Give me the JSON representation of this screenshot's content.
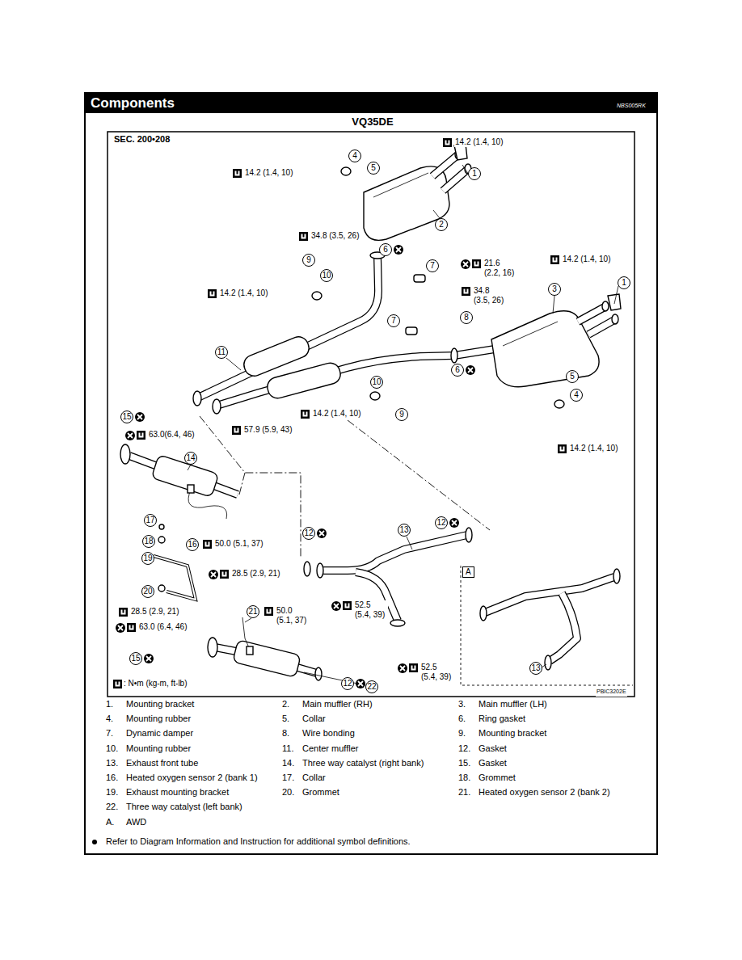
{
  "diagram": {
    "title": "Components",
    "labels": [
      "NBS005RK",
      "VQ35DE",
      "SEC. 200•208",
      "14.2 (1.4, 10)",
      "1",
      "14.2 (1.4, 10)",
      "4",
      "5",
      "2",
      "34.8 (3.5, 26)",
      "6",
      "9",
      "10",
      "14.2 (1.4, 10)",
      "7",
      "21.6 (2.2, 16)",
      "34.8 (3.5, 26)",
      "8",
      "7",
      "3",
      "14.2 (1.4, 10)",
      "1",
      "11",
      "6",
      "5",
      "4",
      "14.2 (1.4, 10)",
      "10",
      "14.2 (1.4, 10)",
      "9",
      "57.9 (5.9, 43)",
      "15",
      "63.0(6.4, 46)",
      "14",
      "17",
      "18",
      "19",
      "20",
      "16",
      "50.0 (5.1, 37)",
      "28.5 (2.9, 21)",
      "28.5 (2.9, 21)",
      "21",
      "50.0 (5.1, 37)",
      "63.0 (6.4, 46)",
      "15",
      "22",
      "12",
      "52.5 (5.4, 39)",
      "12",
      "52.5 (5.4, 39)",
      "13",
      "12",
      "A",
      "13",
      "PBIC3202E",
      "1.",
      "Mounting bracket",
      "2.",
      "Main muffler (RH)",
      "3.",
      "Main muffler (LH)",
      "4.",
      "Mounting rubber",
      "5.",
      "Collar",
      "6.",
      "Ring gasket",
      "7.",
      "Dynamic damper",
      "8.",
      "Wire bonding",
      "9.",
      "Mounting bracket",
      "10.",
      "Mounting rubber",
      "11.",
      "Center muffler",
      "12.",
      "Gasket",
      "13.",
      "Exhaust front tube",
      "14.",
      "Three way catalyst (right bank)",
      "15.",
      "Gasket",
      "16.",
      "Heated oxygen sensor 2 (bank 1)",
      "17.",
      "Collar",
      "18.",
      "Grommet",
      "19.",
      "Exhaust mounting bracket",
      "20.",
      "Grommet",
      "21.",
      "Heated oxygen sensor 2 (bank 2)",
      "22.",
      "Three way catalyst (left bank)",
      "A.",
      "AWD",
      "Refer to Diagram Information and Instruction for additional symbol definitions."
    ],
    "legend": [
      {
        "text": ": N•m (kg-m, ft-lb)"
      }
    ]
  }
}
